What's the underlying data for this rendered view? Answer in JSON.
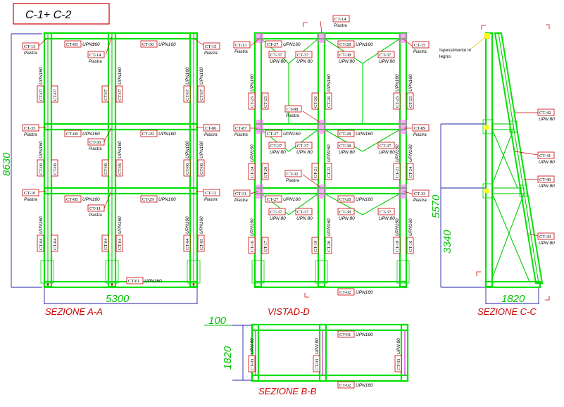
{
  "title": "C-1+ C-2",
  "sections": {
    "aa": "SEZIONE A-A",
    "d": "VISTAD-D",
    "cc": "SEZIONE C-C",
    "bb": "SEZIONE B-B"
  },
  "dimensions": {
    "aa_width": "5300",
    "aa_height": "8630",
    "cc_height_total": "5570",
    "cc_height_lower": "3340",
    "cc_width": "1820",
    "bb_height": "1820",
    "bb_offset": "100"
  },
  "notes": {
    "ispessimento": [
      "Ispessimento in",
      "legno"
    ],
    "piastra": "Piastra"
  },
  "profiles": {
    "upn160": "UPN160",
    "upn80": "UPN 80"
  },
  "tags_aa": [
    "CT-13",
    "CT-09",
    "CT-14",
    "CT-30",
    "CT-15",
    "CT-35",
    "CT-08",
    "CT-36",
    "CT-29",
    "CT-86",
    "CT-10",
    "CT-08",
    "CT-11",
    "CT-29",
    "CT-12",
    "CT-01"
  ],
  "vtags_aa": [
    "CT-07",
    "CT-07",
    "CT-07",
    "CT-07",
    "CT-07",
    "CT-07",
    "CT-06",
    "CT-06",
    "CT-06",
    "CT-06",
    "CT-06",
    "CT-06",
    "CT-04",
    "CT-04",
    "CT-04",
    "CT-04",
    "CT-04",
    "CT-05"
  ],
  "tags_d": [
    "CT-14",
    "CT-13",
    "CT-27",
    "CT-28",
    "CT-15",
    "CT-37",
    "CT-37",
    "CT-38",
    "CT-37",
    "CT-88",
    "CT-87",
    "CT-27",
    "CT-28",
    "CT-89",
    "CT-37",
    "CT-37",
    "CT-38",
    "CT-37",
    "CT-32",
    "CT-31",
    "CT-27",
    "CT-28",
    "CT-33",
    "CT-37",
    "CT-37",
    "CT-38",
    "CT-37",
    "CT-02"
  ],
  "vtags_d": [
    "CT-25",
    "CT-25",
    "CT-26",
    "CT-26",
    "CT-25",
    "CT-25",
    "CT-24",
    "CT-20",
    "CT-21",
    "CT-22",
    "CT-21",
    "CT-24",
    "CT-16",
    "CT-17",
    "CT-19",
    "CT-20",
    "CT-18",
    "CT-16"
  ],
  "tags_cc": [
    "CT-42",
    "CT-41",
    "CT-40",
    "CT-39"
  ],
  "tags_bb": [
    "CT-01",
    "CT-02"
  ],
  "vtags_bb": [
    "CT-03",
    "CT-03",
    "CT-03"
  ]
}
